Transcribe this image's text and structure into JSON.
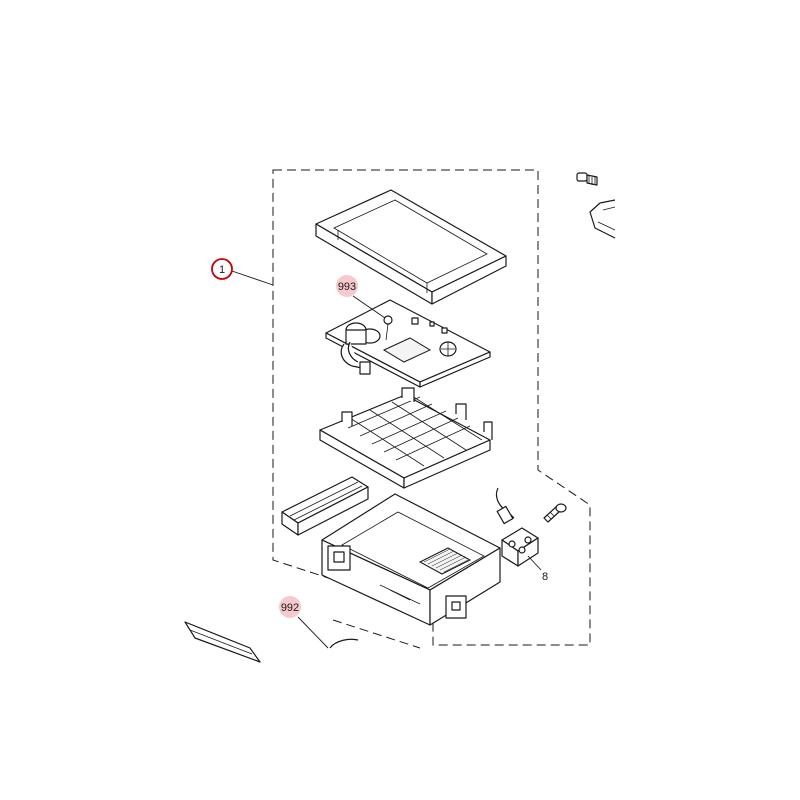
{
  "callouts": {
    "assembly": {
      "label": "1",
      "style": "circled",
      "color": "#cc0000"
    },
    "pcb": {
      "label": "993",
      "highlight": "#f6c9cf"
    },
    "lower_part": {
      "label": "992",
      "highlight": "#f6c9cf"
    },
    "connector": {
      "label": "8"
    }
  },
  "colors": {
    "line": "#1a1a1a",
    "highlight": "#f6c9cf",
    "circle": "#cc0000"
  }
}
